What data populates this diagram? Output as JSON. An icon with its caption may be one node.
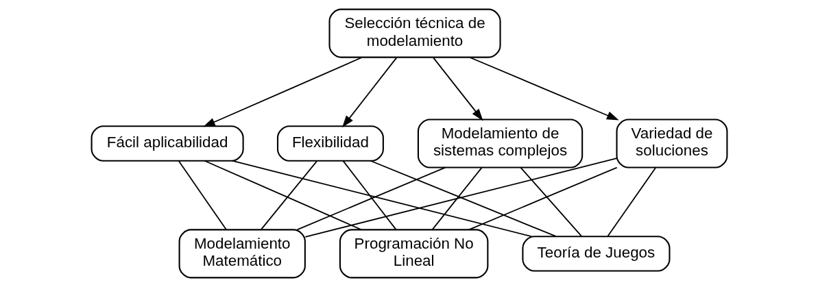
{
  "diagram": {
    "nodes": [
      {
        "text": [
          "Selección técnica de modelamiento"
        ]
      },
      {
        "text": [
          "Modelamiento de sistemas complejos"
        ]
      },
      {
        "text": [
          "Variedad de soluciones"
        ]
      },
      {
        "text": [
          "Fácil aplicabilidad"
        ]
      },
      {
        "text": [
          "Flexibilidad"
        ]
      },
      {
        "text": [
          "Modelamiento Matemático"
        ]
      },
      {
        "text": [
          "Programación No Lineal"
        ]
      },
      {
        "text": [
          "Teoría de Juegos"
        ]
      }
    ],
    "edges": [
      {
        "from": 0,
        "to": 1,
        "arrow": "to"
      },
      {
        "from": 0,
        "to": 2,
        "arrow": "to"
      },
      {
        "from": 0,
        "to": 3,
        "arrow": "to"
      },
      {
        "from": 0,
        "to": 4,
        "arrow": "to"
      },
      {
        "from": 1,
        "to": 5,
        "arrow": "none"
      },
      {
        "from": 1,
        "to": 6,
        "arrow": "none"
      },
      {
        "from": 1,
        "to": 7,
        "arrow": "none"
      },
      {
        "from": 2,
        "to": 5,
        "arrow": "none"
      },
      {
        "from": 2,
        "to": 6,
        "arrow": "none"
      },
      {
        "from": 2,
        "to": 7,
        "arrow": "none"
      },
      {
        "from": 3,
        "to": 5,
        "arrow": "none"
      },
      {
        "from": 3,
        "to": 6,
        "arrow": "none"
      },
      {
        "from": 3,
        "to": 7,
        "arrow": "none"
      },
      {
        "from": 4,
        "to": 5,
        "arrow": "none"
      },
      {
        "from": 4,
        "to": 6,
        "arrow": "none"
      },
      {
        "from": 4,
        "to": 7,
        "arrow": "none"
      }
    ]
  }
}
